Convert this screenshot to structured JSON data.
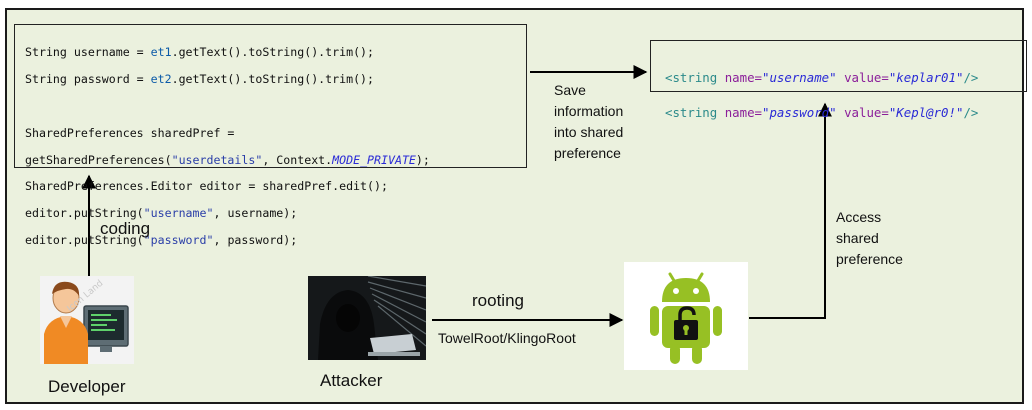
{
  "code": {
    "line1": {
      "a": "String username = ",
      "b": "et1",
      "c": ".getText().toString().trim();"
    },
    "line2": {
      "a": "String password = ",
      "b": "et2",
      "c": ".getText().toString().trim();"
    },
    "line3": "SharedPreferences sharedPref =",
    "line4": {
      "a": "getSharedPreferences(",
      "b": "\"userdetails\"",
      "c": ", Context.",
      "d": "MODE_PRIVATE",
      "e": ");"
    },
    "line5": "SharedPreferences.Editor editor = sharedPref.edit();",
    "line6": {
      "a": "editor.putString(",
      "b": "\"username\"",
      "c": ", username);"
    },
    "line7": {
      "a": "editor.putString(",
      "b": "\"password\"",
      "c": ", password);"
    }
  },
  "xml": {
    "tag_open": "<string",
    "attr_name": "name=",
    "attr_value": "value=",
    "tag_close": "/>",
    "row1": {
      "name": "\"username\"",
      "value": "\"keplar01\""
    },
    "row2": {
      "name": "\"password\"",
      "value": "\"Kepl@r0!\""
    }
  },
  "labels": {
    "save_1": "Save",
    "save_2": "information",
    "save_3": "into shared",
    "save_4": "preference",
    "coding": "coding",
    "access_1": "Access",
    "access_2": "shared",
    "access_3": "preference",
    "rooting": "rooting",
    "root_tools": "TowelRoot/KlingoRoot",
    "developer": "Developer",
    "attacker": "Attacker"
  },
  "colors": {
    "background": "#ebf1de",
    "android_green": "#97c024",
    "keyword_blue": "#0b5aa8",
    "xml_tag": "#2b8a8a",
    "xml_attr": "#8b1f9a"
  },
  "icons": {
    "developer": "developer-icon",
    "attacker": "hooded-hacker-icon",
    "android": "android-unlocked-icon"
  }
}
